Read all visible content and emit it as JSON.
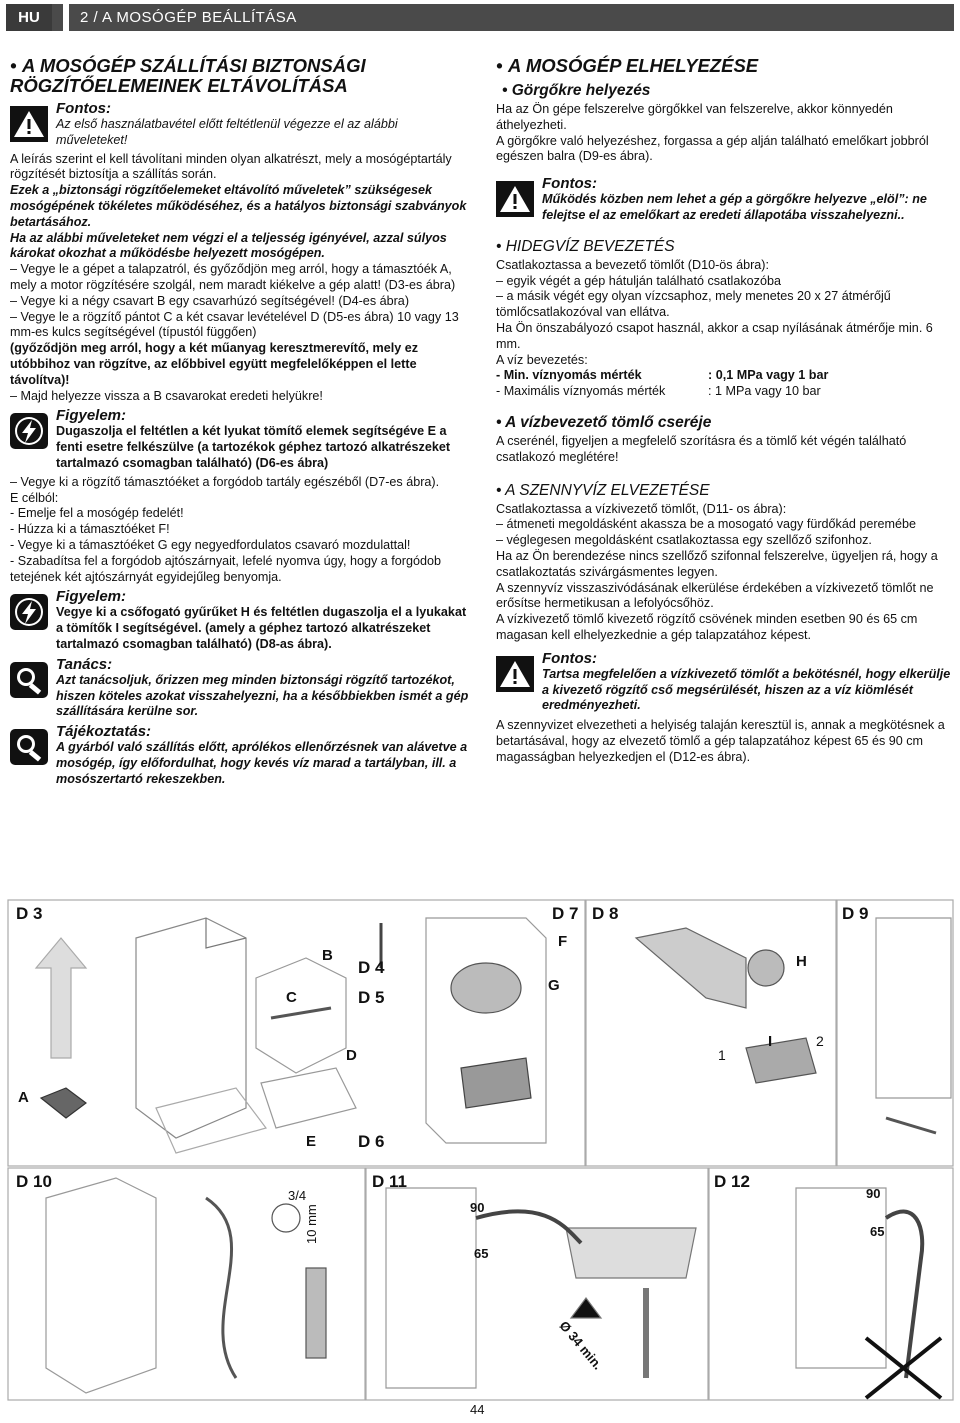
{
  "header": {
    "lang": "HU",
    "title": "2 / A MOSÓGÉP BEÁLLÍTÁSA"
  },
  "left": {
    "title": "A MOSÓGÉP SZÁLLÍTÁSI BIZTONSÁGI RÖGZÍTŐELEMEINEK ELTÁVOLÍTÁSA",
    "note1_title": "Fontos:",
    "note1_text": "Az első használatbavétel előtt feltétlenül végezze el az alábbi műveleteket!",
    "p1": "A leírás szerint el kell távolítani minden olyan alkatrészt, mely a mosógéptartály rögzítését biztosítja a szállítás során.",
    "p2": "Ezek a „biztonsági rögzítőelemeket eltávolító műveletek” szükségesek mosógépének tökéletes működéséhez, és a hatályos biztonsági szabványok betartásához.",
    "p3": "Ha az alábbi műveleteket nem végzi el a teljesség igényével, azzal súlyos károkat okozhat a működésbe helyezett mosógépen.",
    "s1": "– Vegye le a gépet a talapzatról, és győződjön meg arról, hogy a támasztóék A, mely a motor rögzítésére szolgál, nem maradt kiékelve a gép alatt! (D3-es ábra)",
    "s2": "– Vegye ki a négy csavart B egy csavarhúzó segítségével! (D4-es ábra)",
    "s3": "– Vegye le a rögzítő pántot C a két csavar levételével D (D5-es ábra) 10 vagy 13 mm-es kulcs segítségével (típustól függően)",
    "s4": "(győződjön meg arról, hogy a két műanyag keresztmerevítő, mely ez utóbbihoz van rögzítve, az előbbivel együtt megfelelőképpen el lette távolítva)!",
    "s5": "– Majd helyezze vissza a B csavarokat eredeti helyükre!",
    "w1_title": "Figyelem:",
    "w1_text": "Dugaszolja el feltétlen a két lyukat tömítő elemek segítségéve E a fenti esetre felkészülve (a tartozékok géphez tartozó alkatrészeket tartalmazó csomagban található) (D6-es ábra)",
    "s6": "– Vegye ki a rögzítő támasztóéket a forgódob tartály egészéből (D7-es ábra).",
    "s7": "E célból:",
    "s8": "- Emelje fel a mosógép fedelét!",
    "s9": "- Húzza ki a támasztóéket F!",
    "s10": "- Vegye ki a támasztóéket G egy negyedfordulatos csavaró mozdulattal!",
    "s11": "- Szabadítsa fel a forgódob ajtószárnyait, lefelé nyomva úgy, hogy a forgódob tetejének két ajtószárnyát egyidejűleg benyomja.",
    "w2_title": "Figyelem:",
    "w2_text": "Vegye ki a csőfogató gyűrűket H és feltétlen dugaszolja el a lyukakat a tömítők I segítségével. (amely a géphez tartozó alkatrészeket tartalmazó csomagban található) (D8-as ábra).",
    "t_title": "Tanács:",
    "t_text": "Azt tanácsoljuk, őrizzen meg minden biztonsági rögzítő tartozékot, hiszen köteles azokat visszahelyezni, ha a későbbiekben ismét a gép szállítására kerülne sor.",
    "i_title": "Tájékoztatás:",
    "i_text": "A gyárból való szállítás előtt, aprólékos ellenőrzésnek van alávetve a mosógép, így előfordulhat, hogy kevés víz marad a tartályban, ill. a mosószertartó rekeszekben."
  },
  "right": {
    "title": "A MOSÓGÉP ELHELYEZÉSE",
    "sub1": "Görgőkre helyezés",
    "r1": "Ha az Ön gépe felszerelve görgőkkel van felszerelve, akkor könnyedén áthelyezheti.",
    "r2": "A görgőkre való helyezéshez, forgassa a gép alján található emelőkart jobbról egészen balra (D9-es ábra).",
    "n1_title": "Fontos:",
    "n1_text": "Működés közben nem lehet a gép a görgőkre helyezve „elöl”: ne felejtse el az emelőkart az eredeti állapotába visszahelyezni..",
    "sub2": "HIDEGVÍZ BEVEZETÉS",
    "r3": "Csatlakoztassa a bevezető tömlőt (D10-ös ábra):",
    "r4": "– egyik végét a gép hátulján található csatlakozóba",
    "r5": "– a másik végét egy olyan vízcsaphoz, mely menetes 20 x 27 átmérőjű tömlőcsatlakozóval van ellátva.",
    "r6": "Ha Ön önszabályozó csapot használ, akkor a csap nyílásának átmérője min. 6 mm.",
    "r7": "A víz bevezetés:",
    "r8a": "- Min. víznyomás mérték",
    "r8b": ": 0,1 MPa vagy 1 bar",
    "r9a": "- Maximális víznyomás mérték",
    "r9b": ": 1 MPa vagy 10 bar",
    "sub3": "A vízbevezető tömlő cseréje",
    "r10": "A cserénél, figyeljen a megfelelő szorításra és a tömlő két végén található csatlakozó meglétére!",
    "sub4": "A SZENNYVÍZ ELVEZETÉSE",
    "r11": "Csatlakoztassa a vízkivezető tömlőt, (D11- os ábra):",
    "r12": "– átmeneti megoldásként akassza be a mosogató vagy fürdőkád peremébe",
    "r13": "– véglegesen megoldásként csatlakoztassa egy szellőző szifonhoz.",
    "r14": "Ha az Ön berendezése nincs szellőző szifonnal felszerelve, ügyeljen rá, hogy a csatlakoztatás szivárgásmentes legyen.",
    "r15": "A szennyvíz visszaszivódásának elkerülése érdekében a vízkivezető tömlőt ne erősítse hermetikusan a lefolyócsőhöz.",
    "r16": "A vízkivezető tömlő kivezető rögzítő csövének minden esetben 90 és 65 cm magasan kell elhelyezkednie a gép talapzatához képest.",
    "n2_title": "Fontos:",
    "n2_text": "Tartsa megfelelően a vízkivezető tömlőt a bekötésnél, hogy elkerülje a kivezető rögzítő cső megsérülését, hiszen az a víz kiömlését eredményezheti.",
    "r17": "A szennyvizet elvezetheti a helyiség talaján keresztül is, annak a megkötésnek a betartásával, hogy az elvezető tömlő a gép talapzatához képest 65 és 90 cm magasságban helyezkedjen el (D12-es ábra)."
  },
  "figures": {
    "d3": "D 3",
    "d4": "D 4",
    "d5": "D 5",
    "d6": "D 6",
    "d7": "D 7",
    "d8": "D 8",
    "d9": "D 9",
    "d10": "D 10",
    "d11": "D 11",
    "d12": "D 12",
    "A": "A",
    "B": "B",
    "C": "C",
    "D": "D",
    "E": "E",
    "F": "F",
    "G": "G",
    "H": "H",
    "I": "I",
    "n1": "1",
    "n2": "2",
    "frac": "3/4",
    "mm10": "10 mm",
    "h90": "90",
    "h65": "65",
    "dia": "Ø 34 min."
  },
  "page_number": "44"
}
